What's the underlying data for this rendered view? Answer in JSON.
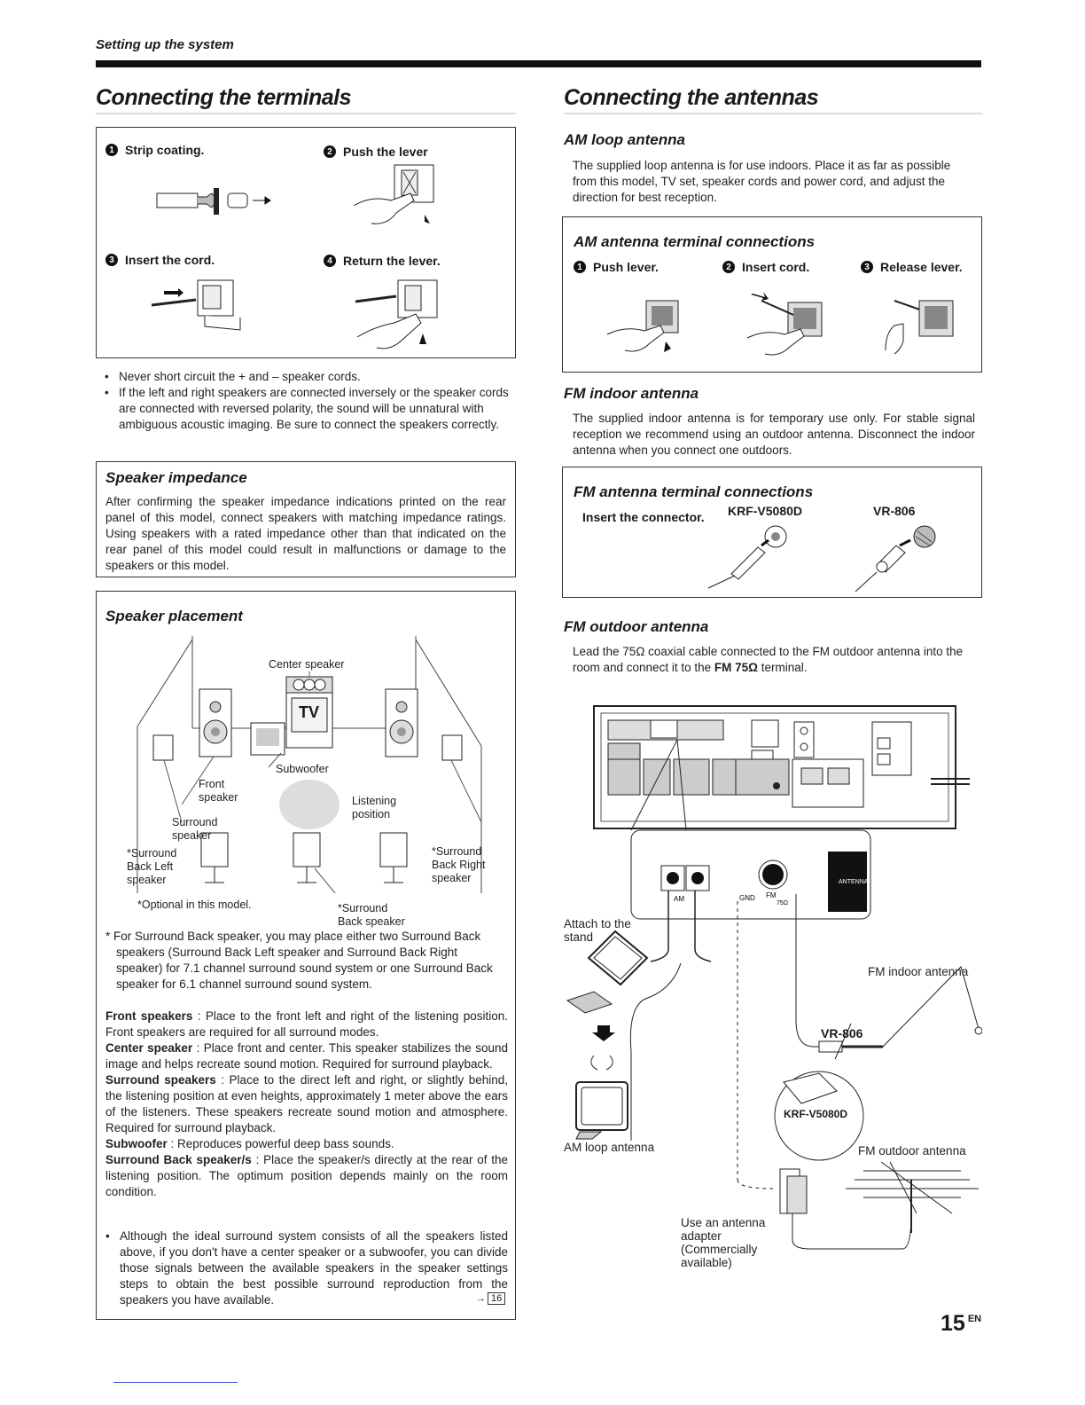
{
  "header": {
    "section": "Setting up the system"
  },
  "left": {
    "title": "Connecting the terminals",
    "steps": [
      {
        "num": "1",
        "label": "Strip coating."
      },
      {
        "num": "2",
        "label": "Push the lever"
      },
      {
        "num": "3",
        "label": "Insert the cord."
      },
      {
        "num": "4",
        "label": "Return the lever."
      }
    ],
    "notes": [
      "Never short circuit the + and – speaker cords.",
      "If the left and right speakers are connected inversely or the speaker cords are connected with reversed polarity, the sound will be unnatural with ambiguous acoustic imaging. Be sure to connect the speakers correctly."
    ],
    "impedance": {
      "title": "Speaker impedance",
      "text": "After confirming the speaker impedance indications printed on the rear panel of this model, connect speakers with matching impedance ratings. Using speakers with a rated impedance other than that indicated on the rear panel of this model could result in malfunctions or damage to the speakers or this model."
    },
    "placement": {
      "title": "Speaker placement",
      "labels": {
        "center": "Center speaker",
        "tv": "TV",
        "subwoofer": "Subwoofer",
        "front": "Front speaker",
        "listening": "Listening position",
        "surround": "Surround speaker",
        "sbl": "*Surround Back Left speaker",
        "sbr": "*Surround Back Right speaker",
        "sb": "*Surround Back speaker",
        "optional": "*Optional in this model."
      },
      "footnote": "* For Surround Back speaker, you may place either two Surround Back speakers (Surround Back Left speaker and Surround Back Right speaker) for 7.1 channel surround sound system or one Surround Back speaker for 6.1 channel surround sound system.",
      "descriptions": [
        {
          "term": "Front speakers",
          "text": " : Place to the front left and right of the listening position. Front speakers are required for all surround modes."
        },
        {
          "term": "Center speaker",
          "text": " : Place front and center. This speaker stabilizes the sound image and helps recreate sound motion. Required for surround playback."
        },
        {
          "term": "Surround speakers",
          "text": " : Place to the direct left and right, or slightly behind, the listening position at even heights, approximately 1 meter above the ears of the listeners. These speakers recreate sound motion and atmosphere. Required for surround playback."
        },
        {
          "term": "Subwoofer",
          "text": " : Reproduces powerful deep bass sounds."
        },
        {
          "term": "Surround Back speaker/s",
          "text": " : Place the speaker/s directly at the rear of the listening position. The optimum position depends mainly on the room condition."
        }
      ],
      "bullet": "Although the ideal surround system consists of all the speakers listed above, if you don't have a center speaker or a subwoofer, you can divide those signals between the available speakers in the speaker settings steps to obtain the best possible surround reproduction from the speakers you have available.",
      "ref": "16"
    }
  },
  "right": {
    "title": "Connecting the antennas",
    "am": {
      "title": "AM loop antenna",
      "text": "The supplied loop antenna is for use indoors. Place it as far as possible from this model, TV set, speaker cords and power cord, and adjust the direction for best reception.",
      "box_title": "AM antenna terminal connections",
      "steps": [
        {
          "num": "1",
          "label": "Push lever."
        },
        {
          "num": "2",
          "label": "Insert cord."
        },
        {
          "num": "3",
          "label": "Release lever."
        }
      ]
    },
    "fm_indoor": {
      "title": "FM indoor antenna",
      "text": "The supplied indoor antenna is for temporary use only. For stable signal reception we recommend using an outdoor antenna. Disconnect the indoor antenna when you connect one outdoors.",
      "box_title": "FM antenna terminal connections",
      "insert": "Insert the connector.",
      "model1": "KRF-V5080D",
      "model2": "VR-806"
    },
    "fm_outdoor": {
      "title": "FM outdoor antenna",
      "text_pre": "Lead the 75Ω coaxial cable connected to the FM outdoor antenna into the room and connect it to the ",
      "text_bold": "FM 75Ω",
      "text_post": " terminal."
    },
    "diagram": {
      "antenna": "ANTENNA",
      "am": "AM",
      "gnd": "GND",
      "fm": "FM",
      "fm75": "75Ω",
      "attach": "Attach to the stand",
      "fm_indoor": "FM indoor antenna",
      "vr806": "VR-806",
      "krf": "KRF-V5080D",
      "am_loop": "AM loop antenna",
      "fm_outdoor": "FM outdoor antenna",
      "adapter": "Use an antenna adapter (Commercially available)"
    }
  },
  "footer": {
    "page": "15",
    "lang": "EN"
  }
}
